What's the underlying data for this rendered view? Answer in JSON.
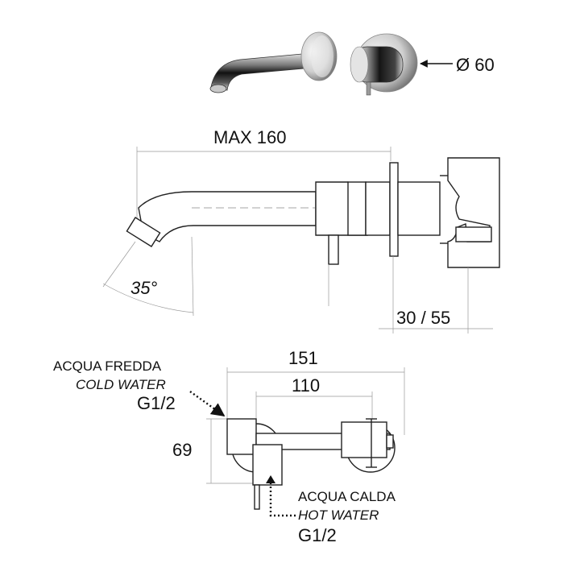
{
  "product_render": {
    "diameter_label": "Ø 60"
  },
  "side_view": {
    "max_label": "MAX 160",
    "angle_label": "35°",
    "depth_label": "30 / 55"
  },
  "top_view": {
    "width_outer_label": "151",
    "width_inner_label": "110",
    "height_label": "69",
    "cold_water": {
      "label_it": "ACQUA FREDDA",
      "label_en": "COLD WATER",
      "thread": "G1/2"
    },
    "hot_water": {
      "label_it": "ACQUA CALDA",
      "label_en": "HOT WATER",
      "thread": "G1/2"
    }
  },
  "colors": {
    "line": "#222222",
    "dimension_line": "#999999",
    "chrome_dark": "#1a1a1a",
    "chrome_light": "#e6e6e6"
  }
}
